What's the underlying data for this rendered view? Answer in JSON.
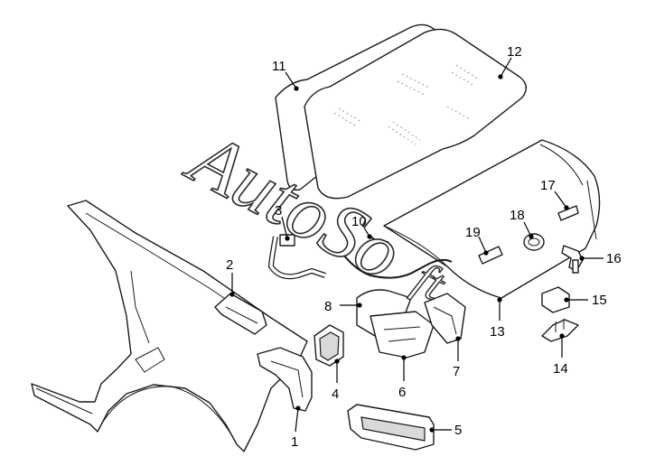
{
  "watermark": {
    "main": "AutoSo",
    "tail": "ft"
  },
  "callouts": [
    {
      "id": "callout-1",
      "label": "1"
    },
    {
      "id": "callout-2",
      "label": "2"
    },
    {
      "id": "callout-3",
      "label": "3"
    },
    {
      "id": "callout-4",
      "label": "4"
    },
    {
      "id": "callout-5",
      "label": "5"
    },
    {
      "id": "callout-6",
      "label": "6"
    },
    {
      "id": "callout-7",
      "label": "7"
    },
    {
      "id": "callout-8",
      "label": "8"
    },
    {
      "id": "callout-10",
      "label": "10"
    },
    {
      "id": "callout-11",
      "label": "11"
    },
    {
      "id": "callout-12",
      "label": "12"
    },
    {
      "id": "callout-13",
      "label": "13"
    },
    {
      "id": "callout-14",
      "label": "14"
    },
    {
      "id": "callout-15",
      "label": "15"
    },
    {
      "id": "callout-16",
      "label": "16"
    },
    {
      "id": "callout-17",
      "label": "17"
    },
    {
      "id": "callout-18",
      "label": "18"
    },
    {
      "id": "callout-19",
      "label": "19"
    }
  ]
}
